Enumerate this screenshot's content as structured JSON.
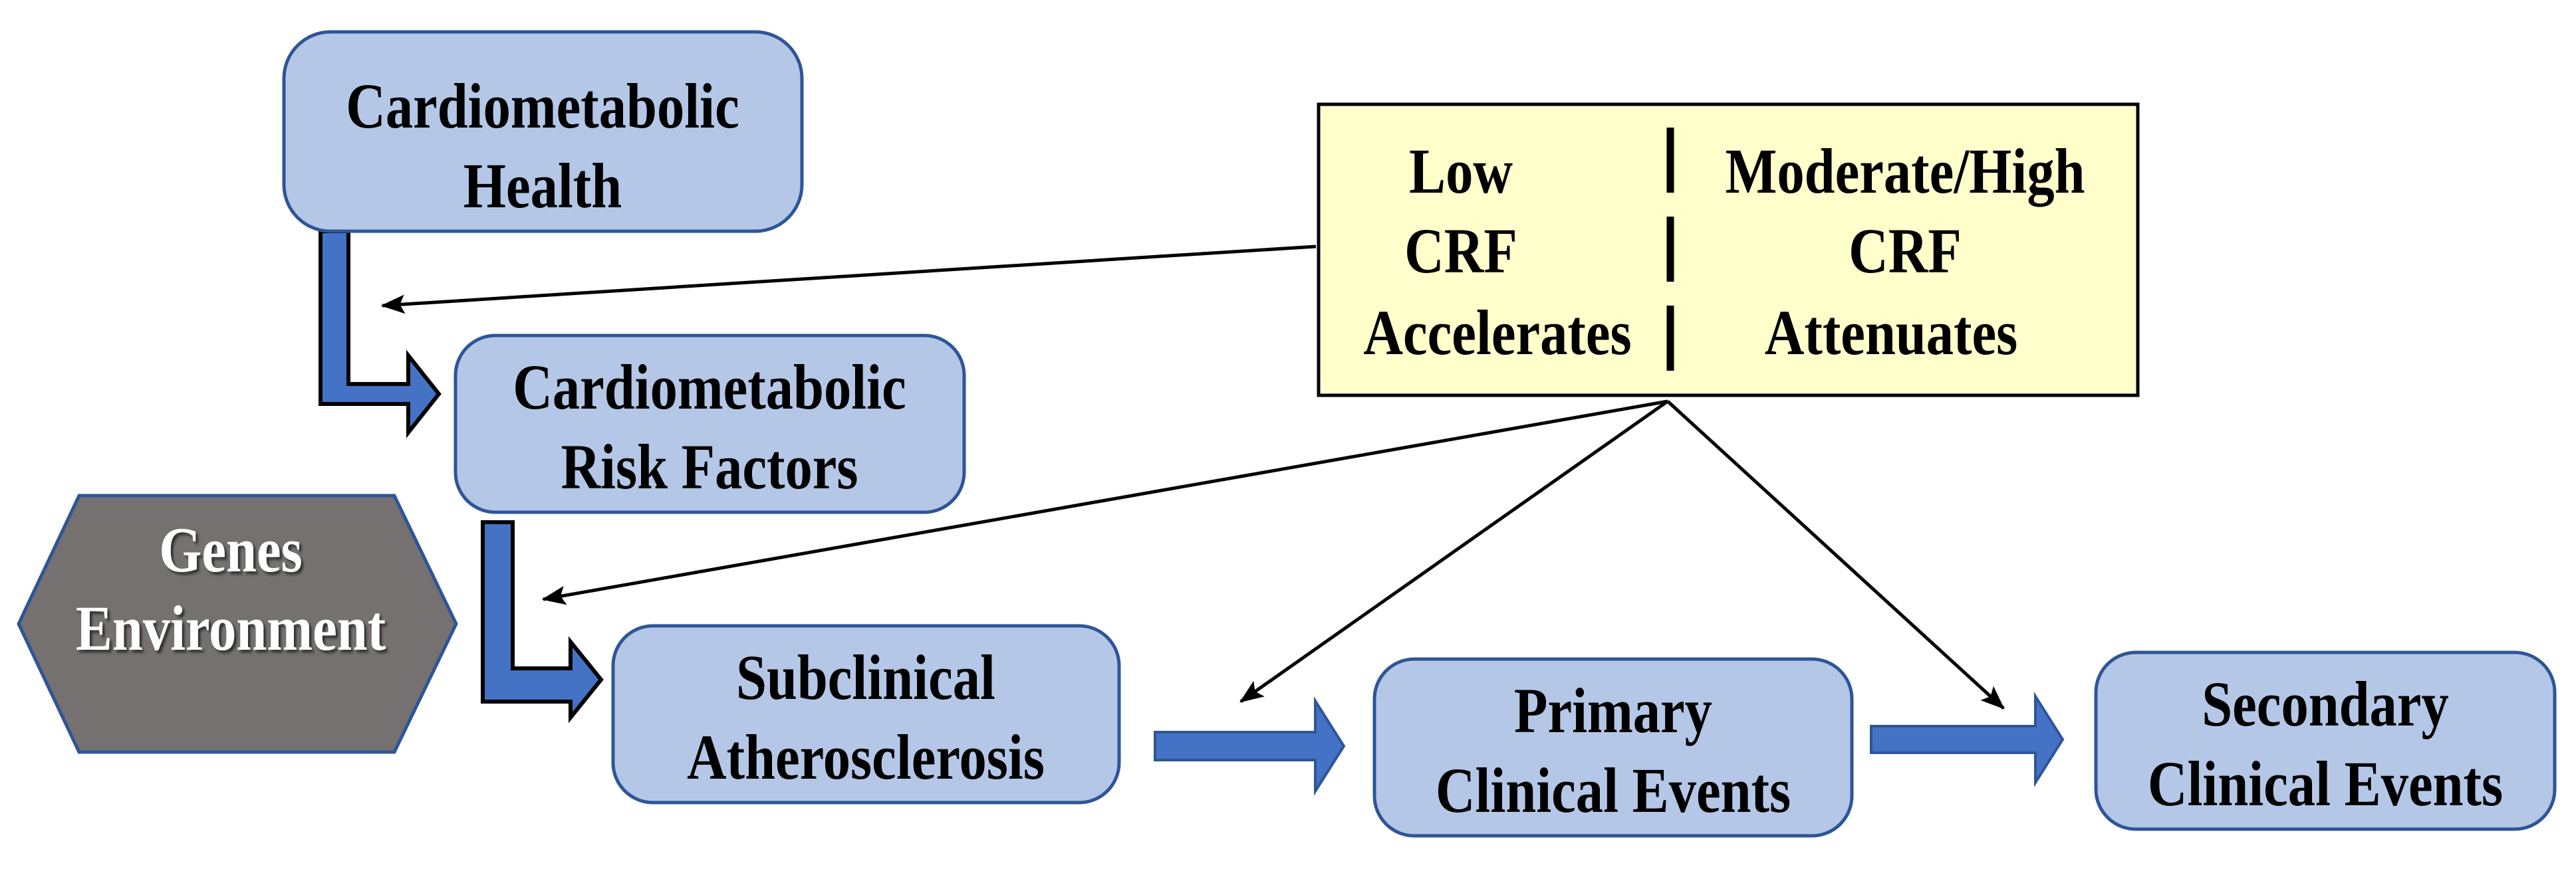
{
  "diagram": {
    "colors": {
      "box_fill": "#b4c7e7",
      "box_stroke": "#2f5597",
      "arrow_fill": "#4472c4",
      "hexagon_fill": "#757171",
      "crf_box_fill": "#ffffcc",
      "line": "#000000"
    },
    "nodes": {
      "cardiometabolic_health": {
        "lines": [
          "Cardiometabolic",
          "Health"
        ]
      },
      "risk_factors": {
        "lines": [
          "Cardiometabolic",
          "Risk Factors"
        ]
      },
      "genes_environment": {
        "lines": [
          "Genes",
          "Environment"
        ]
      },
      "subclinical": {
        "lines": [
          "Subclinical",
          "Atherosclerosis"
        ]
      },
      "primary_events": {
        "lines": [
          "Primary",
          "Clinical Events"
        ]
      },
      "secondary_events": {
        "lines": [
          "Secondary",
          "Clinical Events"
        ]
      }
    },
    "crf_box": {
      "left_column": [
        "Low",
        "CRF",
        "Accelerates"
      ],
      "right_column": [
        "Moderate/High",
        "CRF",
        "Attenuates"
      ]
    },
    "edges": [
      {
        "from": "cardiometabolic_health",
        "to": "risk_factors",
        "style": "block-elbow-arrow"
      },
      {
        "from": "risk_factors",
        "to": "subclinical",
        "style": "block-elbow-arrow"
      },
      {
        "from": "subclinical",
        "to": "primary_events",
        "style": "block-arrow"
      },
      {
        "from": "primary_events",
        "to": "secondary_events",
        "style": "block-arrow"
      },
      {
        "from": "crf_box",
        "to": "cardiometabolic_health->risk_factors",
        "style": "thin-arrow"
      },
      {
        "from": "crf_box",
        "to": "risk_factors->subclinical",
        "style": "thin-arrow"
      },
      {
        "from": "crf_box",
        "to": "subclinical->primary_events",
        "style": "thin-arrow"
      },
      {
        "from": "crf_box",
        "to": "primary_events->secondary_events",
        "style": "thin-arrow"
      }
    ]
  }
}
